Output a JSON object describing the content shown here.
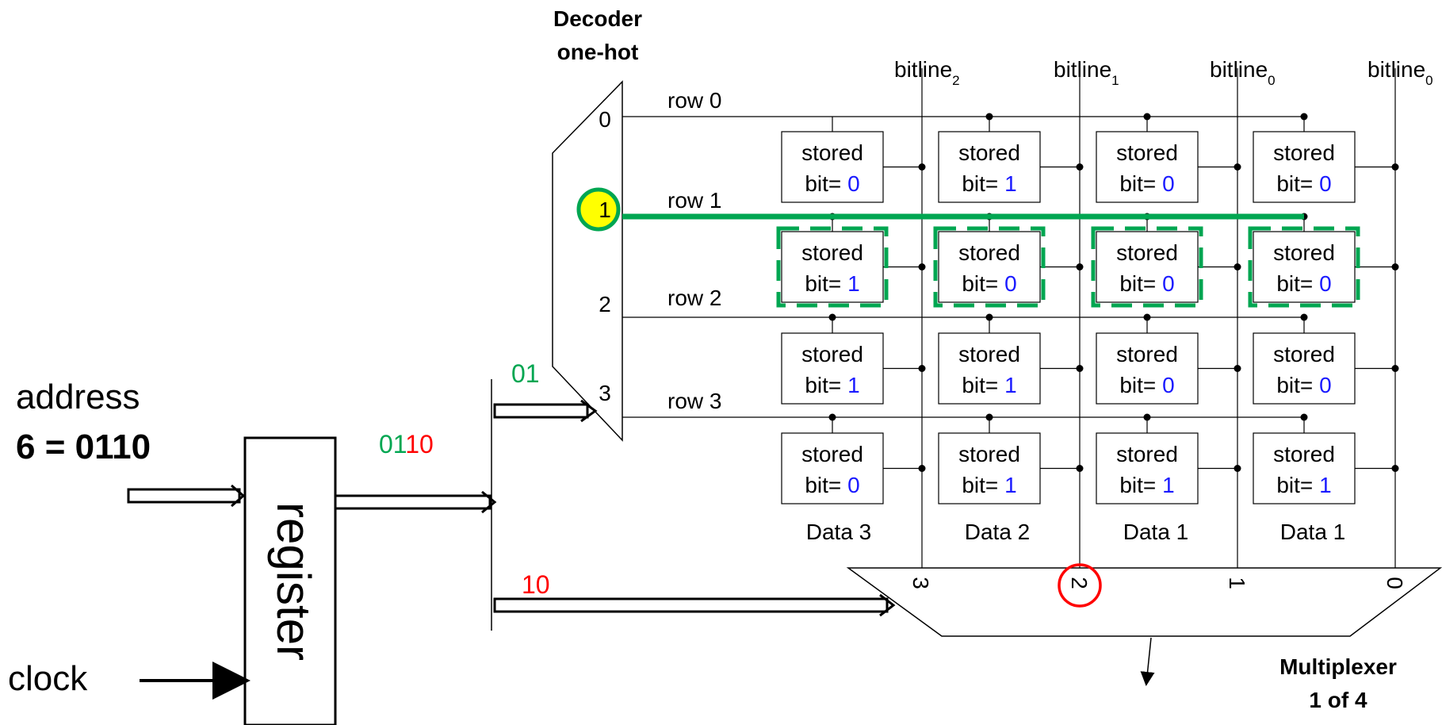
{
  "decoder": {
    "title_line1": "Decoder",
    "title_line2": "one-hot",
    "ports": [
      "0",
      "1",
      "2",
      "3"
    ]
  },
  "rows": [
    "row 0",
    "row 1",
    "row 2",
    "row 3"
  ],
  "bitline_base": "bitline",
  "bitline_subs": [
    "2",
    "1",
    "0",
    "0"
  ],
  "cell": {
    "line1": "stored",
    "prefix": "bit="
  },
  "cells": [
    [
      "0",
      "1",
      "0",
      "0"
    ],
    [
      "1",
      "0",
      "0",
      "0"
    ],
    [
      "1",
      "1",
      "0",
      "0"
    ],
    [
      "0",
      "1",
      "1",
      "1"
    ]
  ],
  "data_labels": [
    "Data 3",
    "Data 2",
    "Data 1",
    "Data 1"
  ],
  "mux": {
    "ports": [
      "3",
      "2",
      "1",
      "0"
    ],
    "title_line1": "Multiplexer",
    "title_line2": "1 of 4"
  },
  "address": {
    "label": "address",
    "value": "6 = 0110"
  },
  "register": {
    "label": "register"
  },
  "clock": {
    "label": "clock"
  },
  "bus": {
    "full_green": "01",
    "full_red": "10",
    "row_sel": "01",
    "col_sel": "10"
  },
  "colors": {
    "select": "#00a651",
    "highlight": "#ff0000",
    "bit": "#1a1aff",
    "active_port": "#ffff00"
  }
}
